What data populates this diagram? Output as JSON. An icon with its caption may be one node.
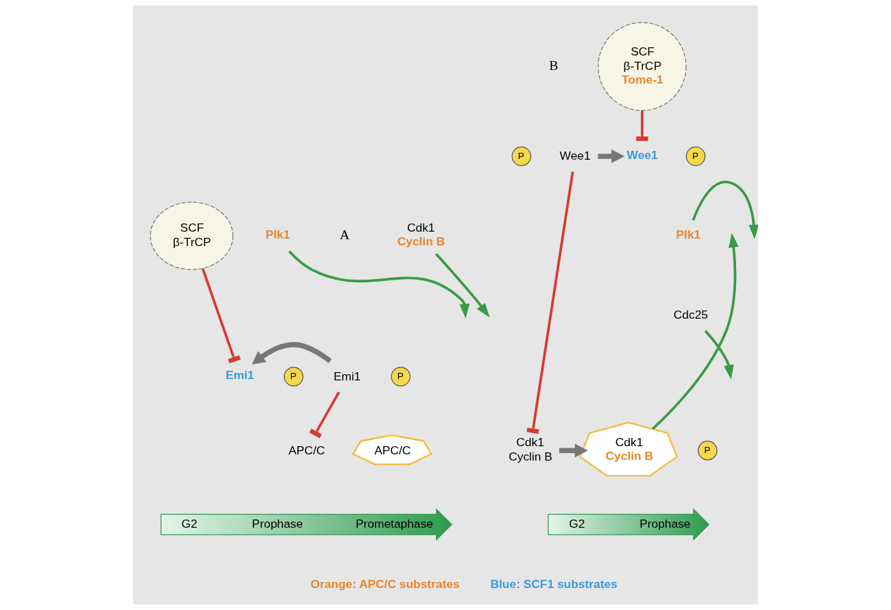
{
  "diagram": {
    "nodes": [
      {
        "text": [
          "Cdk1",
          "Cyclin B"
        ]
      },
      {
        "text": [
          "Plk1"
        ]
      },
      {
        "text": [
          "SCF",
          "β-TrCP"
        ]
      },
      {
        "text": [
          "Emi1"
        ]
      },
      {
        "text": [
          "P"
        ]
      },
      {
        "text": [
          "Emi1"
        ]
      },
      {
        "text": [
          "P"
        ]
      },
      {
        "text": [
          "APC/C"
        ]
      },
      {
        "text": [
          "APC/C"
        ]
      },
      {
        "text": [
          "G2",
          "Prophase",
          "Prometaphase"
        ]
      },
      {
        "text": [
          "SCF",
          "β-TrCP",
          "Tome-1"
        ]
      },
      {
        "text": [
          "Wee1"
        ]
      },
      {
        "text": [
          "P"
        ]
      },
      {
        "text": [
          "Wee1"
        ]
      },
      {
        "text": [
          "P"
        ]
      },
      {
        "text": [
          "Plk1"
        ]
      },
      {
        "text": [
          "Cdc25"
        ]
      },
      {
        "text": [
          "Cdk1",
          "Cyclin B"
        ]
      },
      {
        "text": [
          "P"
        ]
      },
      {
        "text": [
          "Cdk1",
          "Cyclin B"
        ]
      },
      {
        "text": [
          "G2",
          "Prophase"
        ]
      }
    ],
    "edges": [
      {
        "from": 3,
        "to": 5,
        "arrow": "to",
        "style": "thick",
        "color": "#777777"
      },
      {
        "from": 0,
        "to": null,
        "arrow": "to",
        "color": "#3a9a48"
      },
      {
        "from": 1,
        "to": null,
        "arrow": "to",
        "color": "#3a9a48"
      },
      {
        "from": 2,
        "to": 5,
        "arrow": "other",
        "color": "#d83a2e"
      },
      {
        "from": 3,
        "to": 7,
        "arrow": "other",
        "color": "#d83a2e"
      },
      {
        "from": 11,
        "to": 13,
        "arrow": "to",
        "style": "thick",
        "color": "#777777"
      },
      {
        "from": 10,
        "to": 13,
        "arrow": "other",
        "color": "#d83a2e"
      },
      {
        "from": 15,
        "to": null,
        "arrow": "to",
        "color": "#3a9a48"
      },
      {
        "from": 11,
        "to": 17,
        "arrow": "other",
        "color": "#d83a2e"
      },
      {
        "from": 16,
        "to": null,
        "arrow": "to",
        "color": "#3a9a48"
      },
      {
        "from": 17,
        "to": 19,
        "arrow": "to",
        "style": "thick",
        "color": "#777777"
      },
      {
        "from": 19,
        "to": null,
        "arrow": "to",
        "color": "#3a9a48"
      }
    ],
    "labels": [
      "A",
      "B"
    ],
    "legend": [
      {
        "text": "Orange: APC/C substrates",
        "color": "#e8862a"
      },
      {
        "text": "Blue: SCF1 substrates",
        "color": "#3a9ad8"
      }
    ]
  }
}
